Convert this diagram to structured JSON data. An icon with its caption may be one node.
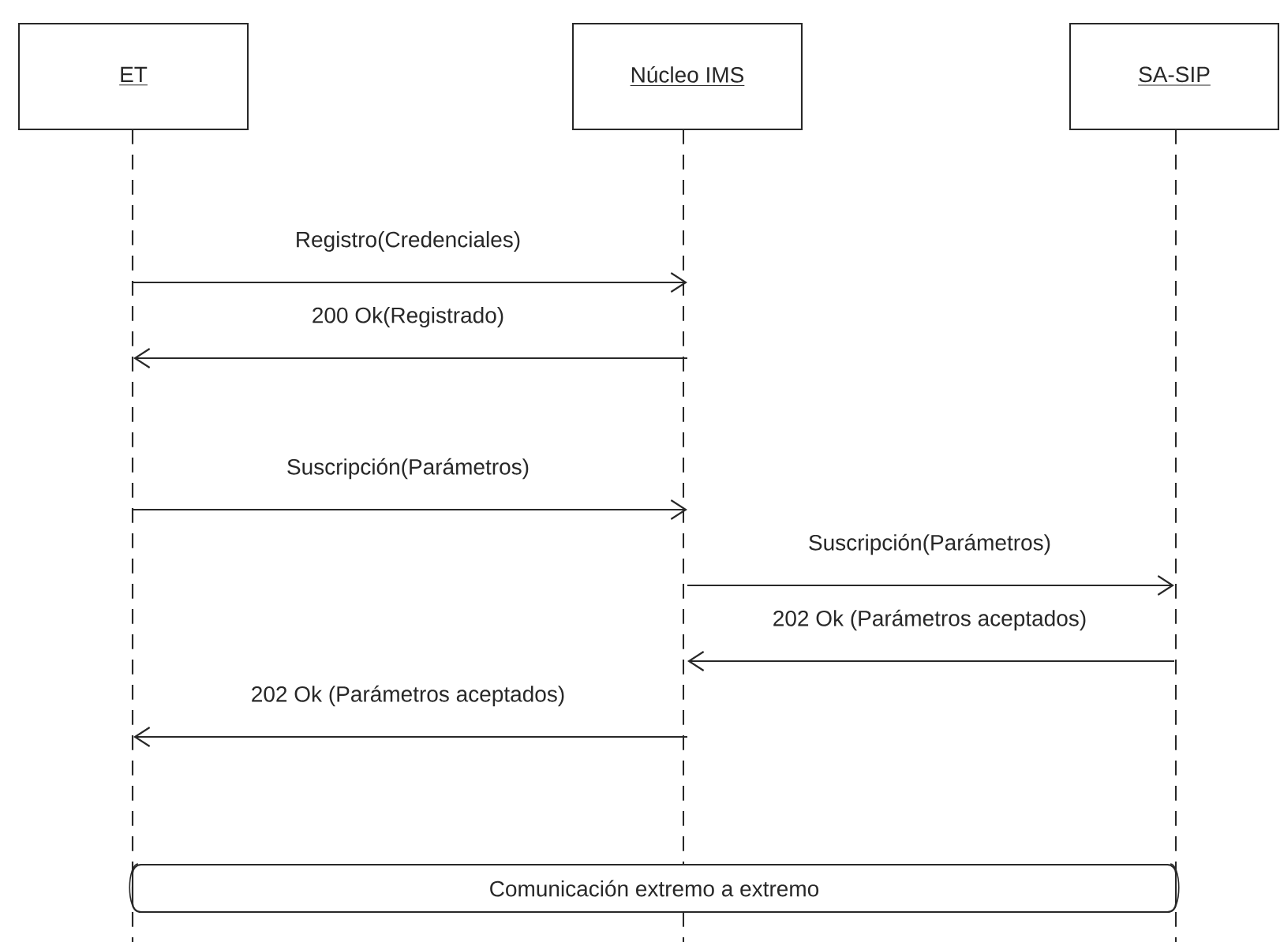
{
  "diagram": {
    "nodes": [
      {
        "text": [
          "ET"
        ]
      },
      {
        "text": [
          "Núcleo IMS"
        ]
      },
      {
        "text": [
          "SA-SIP"
        ]
      },
      {
        "text": [
          "Comunicación extremo a extremo"
        ]
      }
    ],
    "edges": [
      {
        "from": 0,
        "to": 1,
        "arrow": "to",
        "label": "Registro(Credenciales)"
      },
      {
        "from": 1,
        "to": 0,
        "arrow": "to",
        "label": "200 Ok(Registrado)"
      },
      {
        "from": 0,
        "to": 1,
        "arrow": "to",
        "label": "Suscripción(Parámetros)"
      },
      {
        "from": 1,
        "to": 2,
        "arrow": "to",
        "label": "Suscripción(Parámetros)"
      },
      {
        "from": 2,
        "to": 1,
        "arrow": "to",
        "label": "202 Ok (Parámetros aceptados)"
      },
      {
        "from": 1,
        "to": 0,
        "arrow": "to",
        "label": "202 Ok (Parámetros aceptados)"
      }
    ]
  }
}
